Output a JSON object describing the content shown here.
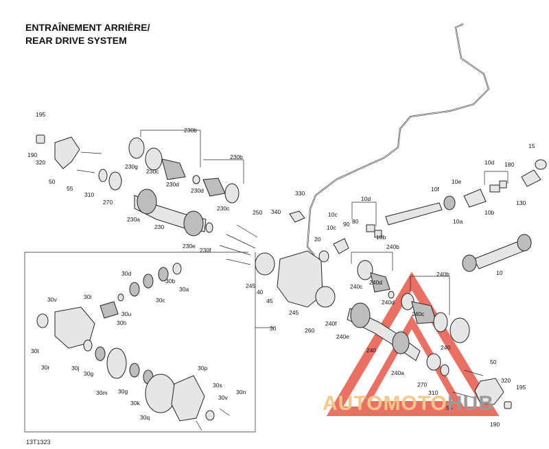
{
  "title_fr": "ENTRAÎNEMENT ARRIÈRE/",
  "title_en": "REAR DRIVE SYSTEM",
  "drawing_code": "13T1323",
  "watermark": {
    "text_a": "AUTOMOTO",
    "text_b": "HUB",
    "color_a": "#f5c88a",
    "color_b": "#9a9a9a",
    "triangle_color": "#e8584a"
  },
  "callouts": [
    "195",
    "190",
    "320",
    "50",
    "55",
    "310",
    "270",
    "230g",
    "230c",
    "230b",
    "230d",
    "230b",
    "230d",
    "230c",
    "230a",
    "230",
    "230e",
    "230f",
    "250",
    "340",
    "330",
    "10d",
    "180",
    "15",
    "10e",
    "10f",
    "10c",
    "130",
    "10b",
    "10a",
    "10c",
    "10d",
    "90",
    "80",
    "10b",
    "20",
    "10",
    "240b",
    "240c",
    "240d",
    "240b",
    "240d",
    "240c",
    "245",
    "40",
    "45",
    "245",
    "240f",
    "260",
    "240e",
    "240",
    "240",
    "270",
    "50",
    "320",
    "195",
    "240a",
    "310",
    "55",
    "190",
    "30d",
    "30b",
    "30a",
    "30c",
    "30v",
    "30i",
    "30u",
    "30h",
    "30",
    "30t",
    "30r",
    "30j",
    "30g",
    "30m",
    "30g",
    "30k",
    "30p",
    "30s",
    "30v",
    "30n",
    "30q"
  ]
}
